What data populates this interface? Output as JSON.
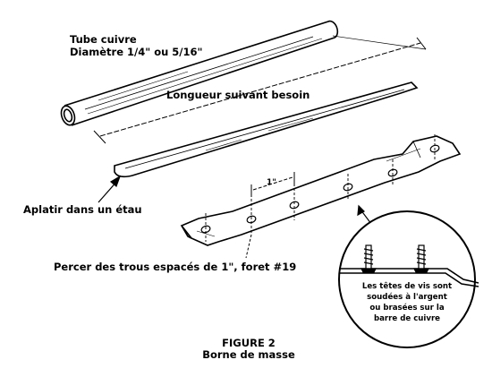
{
  "diagram": {
    "labels": {
      "tube_title": "Tube cuivre",
      "tube_diameter": "Diamètre 1/4\" ou 5/16\"",
      "length": "Longueur suivant besoin",
      "flatten": "Aplatir dans un étau",
      "drill": "Percer des trous espacés de 1\", foret #19",
      "spacing": "1\""
    },
    "callout": {
      "line1": "Les têtes de vis sont",
      "line2": "soudées à l'argent",
      "line3": "ou brasées sur la",
      "line4": "barre de cuivre"
    },
    "figure": {
      "number": "FIGURE 2",
      "caption": "Borne de masse"
    }
  }
}
